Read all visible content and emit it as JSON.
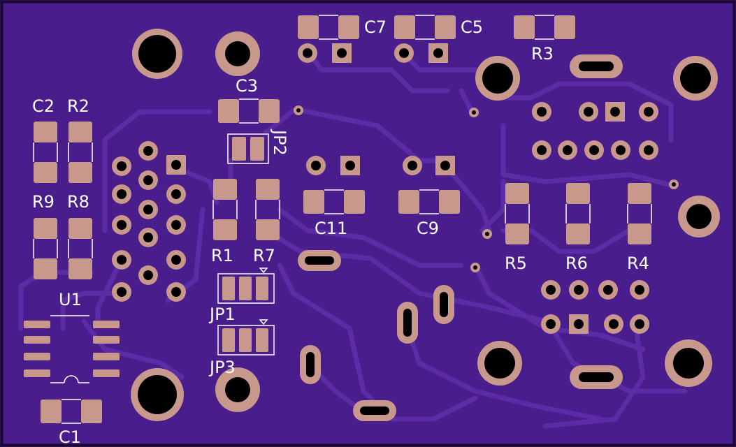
{
  "colors": {
    "board": "#4a1d8c",
    "board_edge": "#2a0f4a",
    "trace": "#5a2aa0",
    "copper": "#c8988c",
    "silk": "#ffffff",
    "hole": "#000000"
  },
  "labels": {
    "c1": "C1",
    "c2": "C2",
    "c3": "C3",
    "c5": "C5",
    "c7": "C7",
    "c9": "C9",
    "c11": "C11",
    "r1": "R1",
    "r2": "R2",
    "r3": "R3",
    "r4": "R4",
    "r5": "R5",
    "r6": "R6",
    "r7": "R7",
    "r8": "R8",
    "r9": "R9",
    "u1": "U1",
    "jp1": "JP1",
    "jp2": "JP2",
    "jp3": "JP3"
  }
}
